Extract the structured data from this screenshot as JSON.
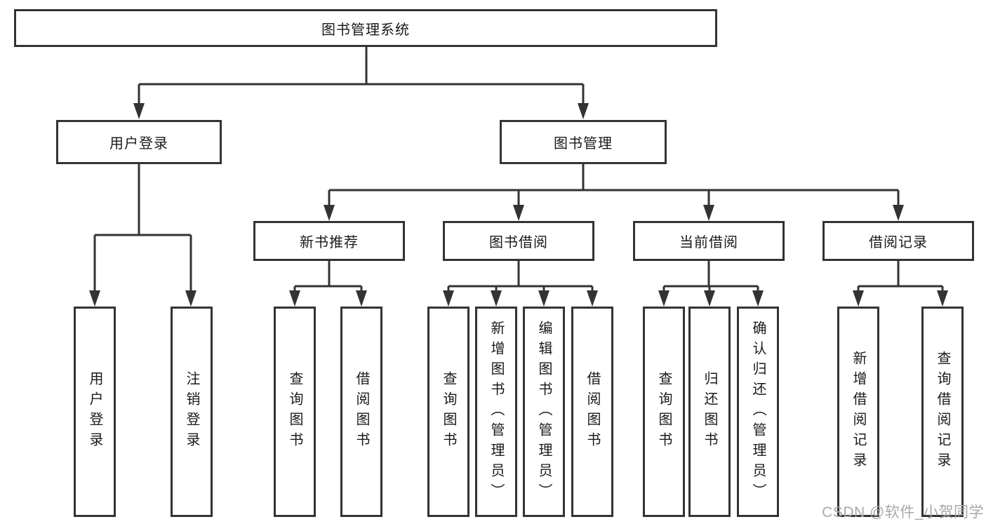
{
  "colors": {
    "line": "#333333",
    "box_background": "#ffffff",
    "text": "#1a1a1a",
    "watermark": "#a8a8a8"
  },
  "watermark": "CSDN @软件_小贺同学",
  "tree": {
    "root": "图书管理系统",
    "branches": [
      {
        "label": "用户登录",
        "leaves": [
          "用户登录",
          "注销登录"
        ]
      },
      {
        "label": "图书管理",
        "groups": [
          {
            "label": "新书推荐",
            "leaves": [
              "查询图书",
              "借阅图书"
            ]
          },
          {
            "label": "图书借阅",
            "leaves": [
              "查询图书",
              "新增图书（管理员）",
              "编辑图书（管理员）",
              "借阅图书"
            ]
          },
          {
            "label": "当前借阅",
            "leaves": [
              "查询图书",
              "归还图书",
              "确认归还（管理员）"
            ]
          },
          {
            "label": "借阅记录",
            "leaves": [
              "新增借阅记录",
              "查询借阅记录"
            ]
          }
        ]
      }
    ]
  }
}
